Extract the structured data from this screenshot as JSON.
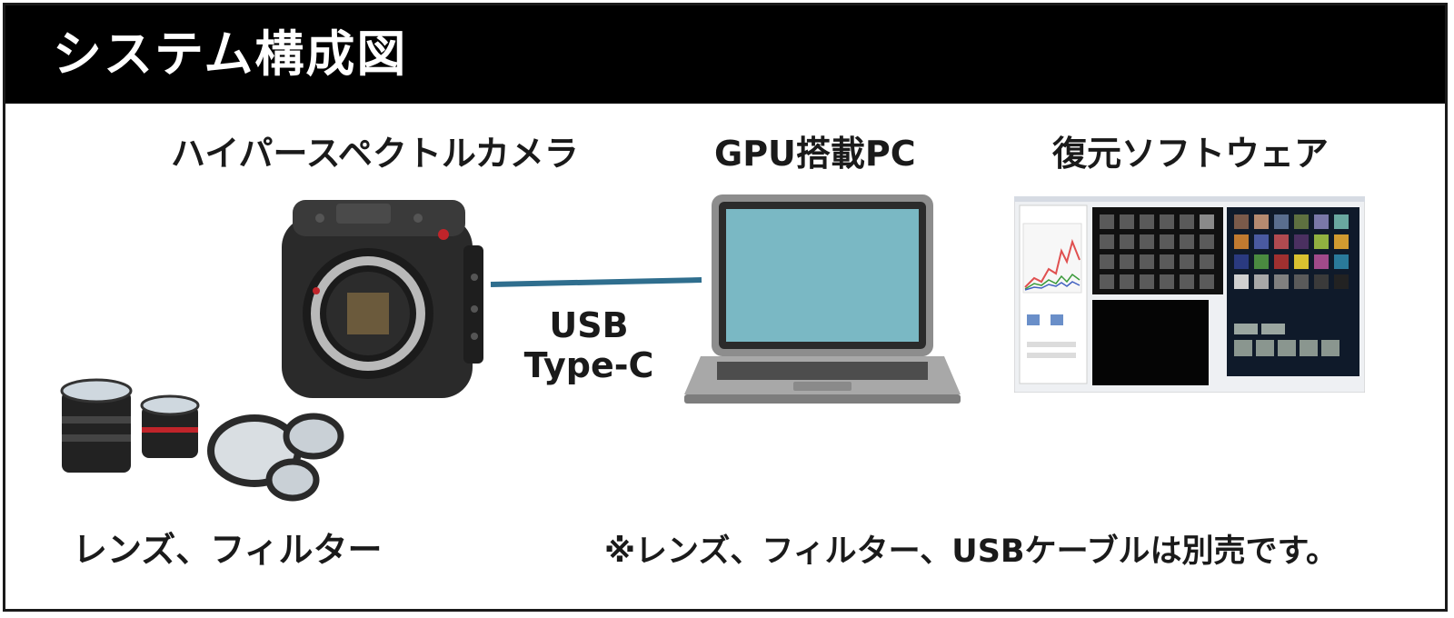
{
  "title": "システム構成図",
  "nodes": {
    "camera_label": "ハイパースペクトルカメラ",
    "pc_label": "GPU搭載PC",
    "software_label": "復元ソフトウェア",
    "lens_label": "レンズ、フィルター"
  },
  "connection": {
    "line1": "USB",
    "line2": "Type-C",
    "color": "#2f6e8e"
  },
  "note": "※レンズ、フィルター、USBケーブルは別売です。",
  "colors": {
    "title_bar": "#000000",
    "screen": "#7ab8c4",
    "laptop_body": "#9a9a9a"
  }
}
